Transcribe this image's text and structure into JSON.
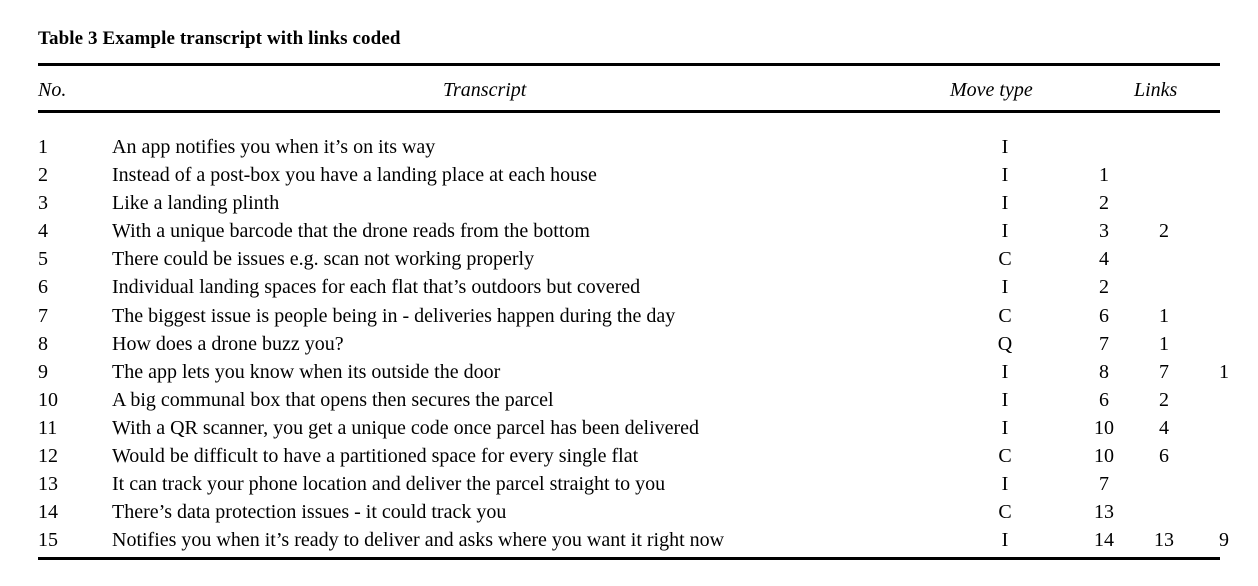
{
  "caption": "Table 3 Example transcript with links coded",
  "headers": {
    "no": "No.",
    "transcript": "Transcript",
    "move_type": "Move type",
    "links": "Links"
  },
  "rows": [
    {
      "no": "1",
      "transcript": "An app notifies you when it’s on its way",
      "move": "I",
      "link1": "",
      "link2": "",
      "link3": ""
    },
    {
      "no": "2",
      "transcript": "Instead of a post-box you have a landing place at each house",
      "move": "I",
      "link1": "1",
      "link2": "",
      "link3": ""
    },
    {
      "no": "3",
      "transcript": "Like a landing plinth",
      "move": "I",
      "link1": "2",
      "link2": "",
      "link3": ""
    },
    {
      "no": "4",
      "transcript": "With a unique barcode that the drone reads from the bottom",
      "move": "I",
      "link1": "3",
      "link2": "2",
      "link3": ""
    },
    {
      "no": "5",
      "transcript": "There could be issues e.g. scan not working properly",
      "move": "C",
      "link1": "4",
      "link2": "",
      "link3": ""
    },
    {
      "no": "6",
      "transcript": "Individual landing spaces for each flat that’s outdoors but covered",
      "move": "I",
      "link1": "2",
      "link2": "",
      "link3": ""
    },
    {
      "no": "7",
      "transcript": "The biggest issue is people being in - deliveries happen during the day",
      "move": "C",
      "link1": "6",
      "link2": "1",
      "link3": ""
    },
    {
      "no": "8",
      "transcript": "How does a drone buzz you?",
      "move": "Q",
      "link1": "7",
      "link2": "1",
      "link3": ""
    },
    {
      "no": "9",
      "transcript": "The app lets you know when its outside the door",
      "move": "I",
      "link1": "8",
      "link2": "7",
      "link3": "1"
    },
    {
      "no": "10",
      "transcript": "A big communal box that opens then secures the parcel",
      "move": "I",
      "link1": "6",
      "link2": "2",
      "link3": ""
    },
    {
      "no": "11",
      "transcript": "With a QR scanner, you get a unique code once parcel has been delivered",
      "move": "I",
      "link1": "10",
      "link2": "4",
      "link3": ""
    },
    {
      "no": "12",
      "transcript": "Would be difficult to have a partitioned space for every single flat",
      "move": "C",
      "link1": "10",
      "link2": "6",
      "link3": ""
    },
    {
      "no": "13",
      "transcript": "It can track your phone location and deliver the parcel straight to you",
      "move": "I",
      "link1": "7",
      "link2": "",
      "link3": ""
    },
    {
      "no": "14",
      "transcript": "There’s data protection issues - it could track you",
      "move": "C",
      "link1": "13",
      "link2": "",
      "link3": ""
    },
    {
      "no": "15",
      "transcript": "Notifies you when it’s ready to deliver and asks where you want it right now",
      "move": "I",
      "link1": "14",
      "link2": "13",
      "link3": "9"
    }
  ]
}
